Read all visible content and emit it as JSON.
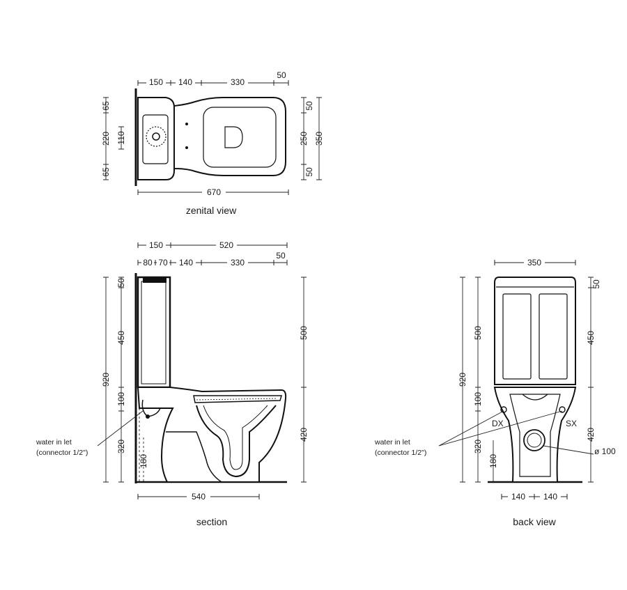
{
  "captions": {
    "zenital": "zenital view",
    "section": "section",
    "back": "back view"
  },
  "labels": {
    "water_inlet_line1": "water in let",
    "water_inlet_line2": "(connector 1/2\")",
    "dx": "DX",
    "sx": "SX",
    "outlet_diameter": "ø 100"
  },
  "zenital_dims": {
    "top": [
      "150",
      "140",
      "330",
      "50"
    ],
    "left": [
      "65",
      "220",
      "110",
      "65"
    ],
    "right": [
      "50",
      "250",
      "50",
      "350"
    ],
    "bottom": "670"
  },
  "section_dims": {
    "top_row1": [
      "150",
      "520"
    ],
    "top_row2": [
      "80",
      "70",
      "140",
      "330",
      "50"
    ],
    "left": [
      "50",
      "450",
      "920",
      "100",
      "320",
      "180"
    ],
    "right": [
      "500",
      "420"
    ],
    "bottom": "540"
  },
  "back_dims": {
    "top": "350",
    "left": [
      "500",
      "920",
      "100",
      "320",
      "180"
    ],
    "right": [
      "50",
      "450",
      "420"
    ],
    "bottom": [
      "140",
      "140"
    ]
  },
  "icons": [
    "water-inlet-connector-icon",
    "drain-outlet-icon",
    "seat-hinge-icon"
  ]
}
